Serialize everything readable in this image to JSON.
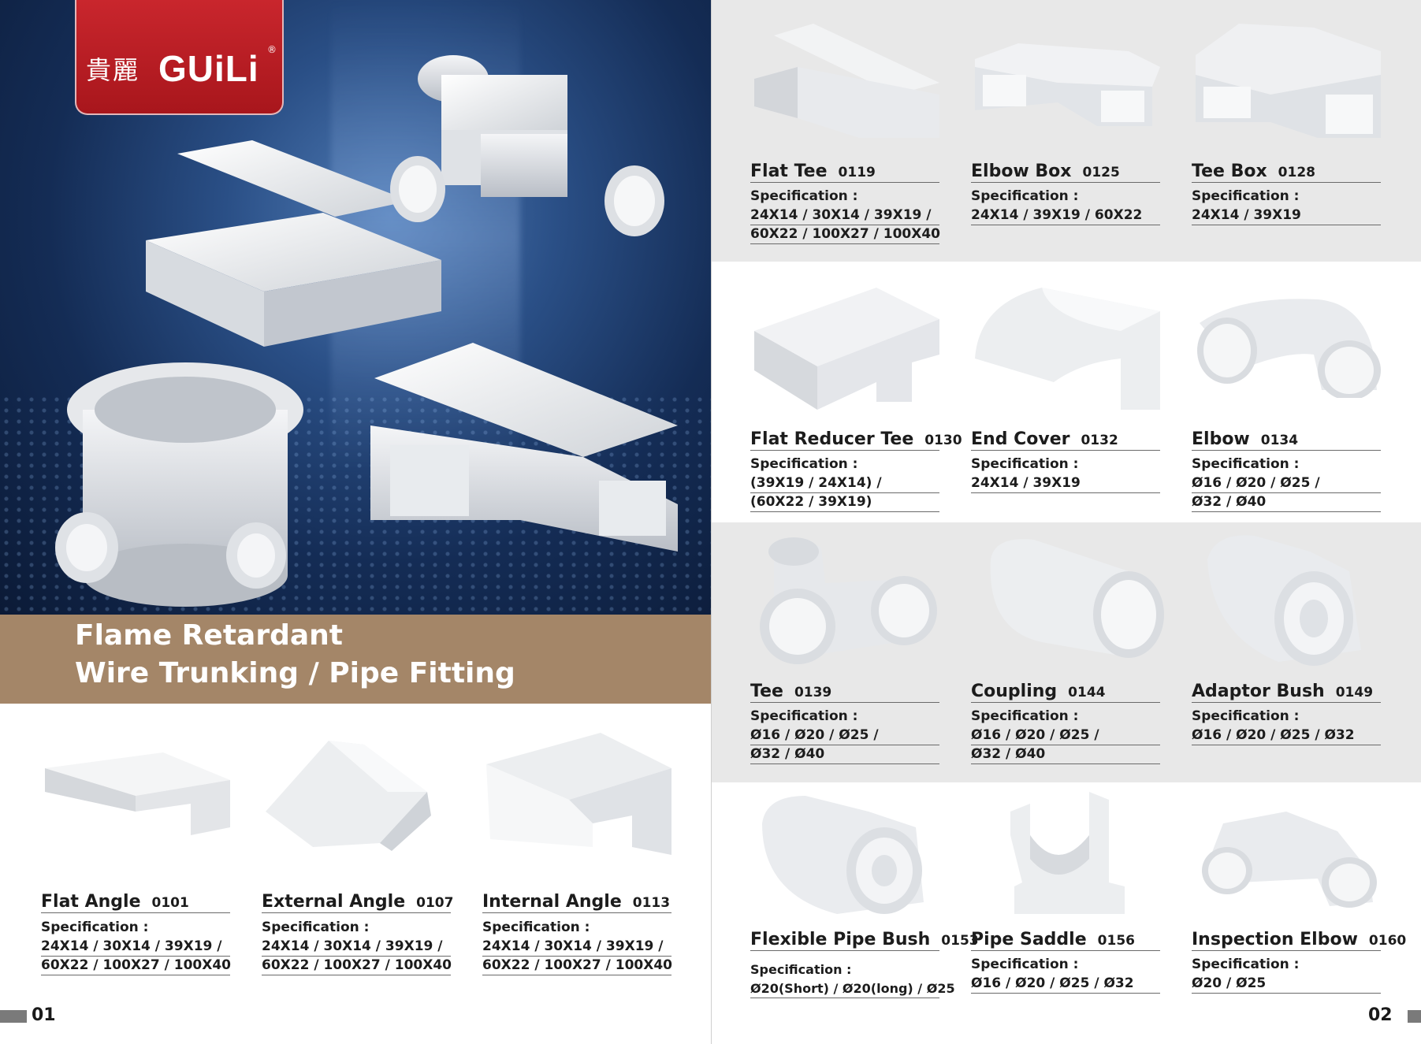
{
  "brand": {
    "chinese": "貴麗",
    "name": "GUiLi",
    "registered": "®"
  },
  "title": {
    "line1": "Flame Retardant",
    "line2": "Wire Trunking / Pipe Fitting"
  },
  "spec_label": "Specification :",
  "left_products": [
    {
      "name": "Flat Angle",
      "code": "0101",
      "specs": [
        "24X14 / 30X14 / 39X19 /",
        "60X22 / 100X27 / 100X40"
      ]
    },
    {
      "name": "External Angle",
      "code": "0107",
      "specs": [
        "24X14 / 30X14 / 39X19 /",
        "60X22 / 100X27 / 100X40"
      ]
    },
    {
      "name": "Internal Angle",
      "code": "0113",
      "specs": [
        "24X14 / 30X14 / 39X19 /",
        "60X22 / 100X27 / 100X40"
      ]
    }
  ],
  "right_products": [
    {
      "name": "Flat Tee",
      "code": "0119",
      "specs": [
        "24X14 / 30X14 / 39X19 /",
        "60X22 / 100X27 / 100X40"
      ]
    },
    {
      "name": "Elbow Box",
      "code": "0125",
      "specs": [
        "24X14 / 39X19 / 60X22"
      ]
    },
    {
      "name": "Tee Box",
      "code": "0128",
      "specs": [
        "24X14 / 39X19"
      ]
    },
    {
      "name": "Flat Reducer Tee",
      "code": "0130",
      "specs": [
        "(39X19 / 24X14) /",
        "(60X22 / 39X19)"
      ]
    },
    {
      "name": "End Cover",
      "code": "0132",
      "specs": [
        "24X14 / 39X19"
      ]
    },
    {
      "name": "Elbow",
      "code": "0134",
      "specs": [
        "Ø16 / Ø20 / Ø25 /",
        "Ø32 / Ø40"
      ]
    },
    {
      "name": "Tee",
      "code": "0139",
      "specs": [
        "Ø16 / Ø20 / Ø25 /",
        "Ø32 / Ø40"
      ]
    },
    {
      "name": "Coupling",
      "code": "0144",
      "specs": [
        "Ø16 / Ø20 / Ø25 /",
        "Ø32 / Ø40"
      ]
    },
    {
      "name": "Adaptor Bush",
      "code": "0149",
      "specs": [
        "Ø16 / Ø20 / Ø25 / Ø32"
      ]
    },
    {
      "name": "Flexible Pipe Bush",
      "code": "0153",
      "specs": [
        "Ø20(Short) / Ø20(long) / Ø25"
      ]
    },
    {
      "name": "Pipe Saddle",
      "code": "0156",
      "specs": [
        "Ø16 / Ø20 / Ø25 / Ø32"
      ]
    },
    {
      "name": "Inspection Elbow",
      "code": "0160",
      "specs": [
        "Ø20 / Ø25"
      ]
    }
  ],
  "page_numbers": {
    "left": "01",
    "right": "02"
  },
  "colors": {
    "brand_red": "#b51c22",
    "title_band": "#a48668",
    "gray_band": "#e8e8e8",
    "hero_blue": "#2a4f86"
  }
}
